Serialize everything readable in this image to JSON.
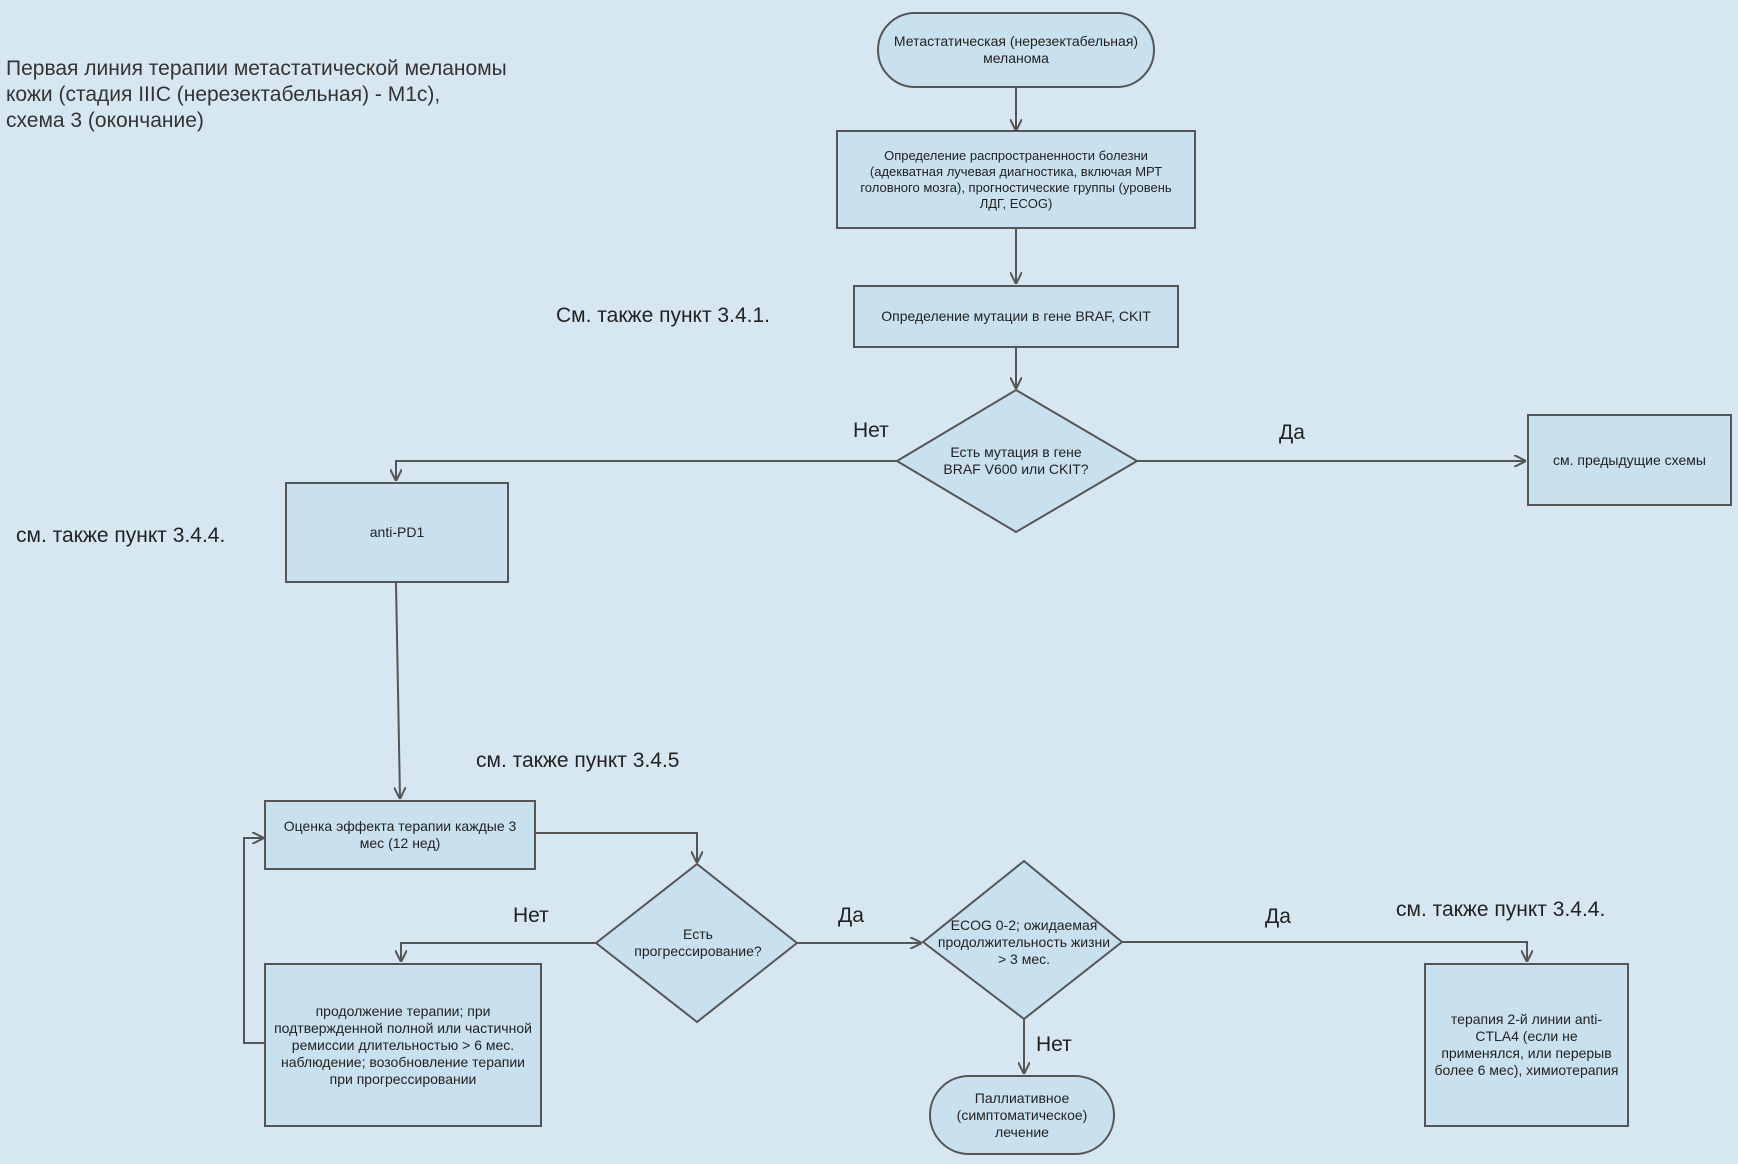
{
  "title_lines": [
    "Первая линия терапии метастатической меланомы",
    "кожи (стадия IIIC (нерезектабельная) - M1c),",
    "схема 3 (окончание)"
  ],
  "nodes": {
    "start": "Метастатическая (нерезектабельная) меланома",
    "staging": "Определение распространенности болезни (адекватная лучевая диагностика, включая МРТ головного мозга), прогностические группы (уровень ЛДГ, ECOG)",
    "mutation_test": "Определение мутации в гене BRAF, CKIT",
    "mutation_decision": "Есть мутация в гене BRAF V600 или CKIT?",
    "previous_schemes": "см. предыдущие схемы",
    "anti_pd1": "anti-PD1",
    "evaluation": "Оценка эффекта терапии каждые 3 мес (12 нед)",
    "progression_decision": "Есть прогрессирование?",
    "ecog_decision": "ECOG 0-2; ожидаемая продолжительность жизни > 3 мес.",
    "continue_therapy": "продолжение терапии; при подтвержденной полной или частичной ремиссии длительностью > 6 мес. наблюдение; возобновление терапии при прогрессировании",
    "second_line": "терапия 2-й линии anti-CTLA4 (если не применялся, или перерыв более 6 мес), химиотерапия",
    "palliative": "Паллиативное (симптоматическое) лечение"
  },
  "notes": {
    "see_341": "См. также  пункт 3.4.1.",
    "see_344_left": "см. также пункт 3.4.4.",
    "see_345": "см. также пункт 3.4.5",
    "see_344_right": "см. также пункт 3.4.4."
  },
  "edge_labels": {
    "no_mutation": "Нет",
    "yes_mutation": "Да",
    "no_progression": "Нет",
    "yes_progression": "Да",
    "yes_ecog": "Да",
    "no_ecog": "Нет"
  }
}
